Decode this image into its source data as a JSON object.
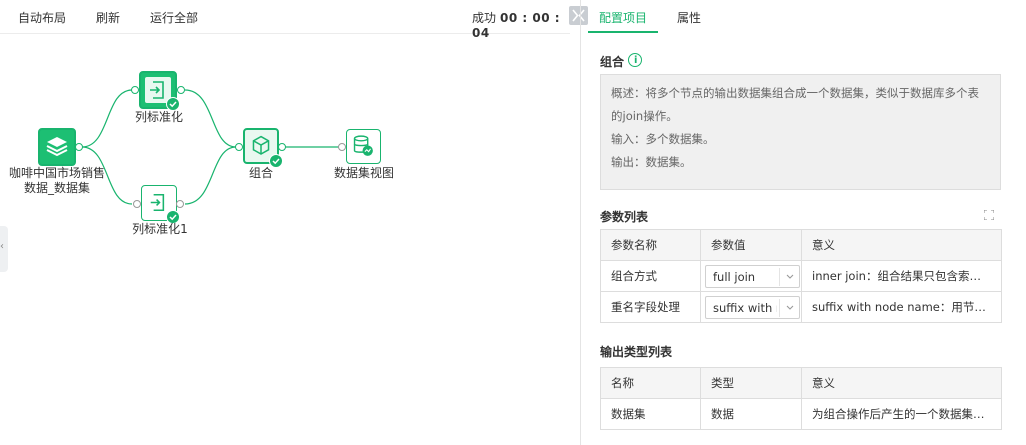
{
  "toolbar": {
    "auto_layout": "自动布局",
    "refresh": "刷新",
    "run_all": "运行全部",
    "status_label": "成功",
    "status_time": "00 : 00 : 04"
  },
  "canvas": {
    "nodes": {
      "source": {
        "label_line1": "咖啡中国市场销售",
        "label_line2": "数据_数据集",
        "icon": "layers-icon"
      },
      "std1": {
        "label": "列标准化",
        "icon": "standardize-icon"
      },
      "std2": {
        "label": "列标准化1",
        "icon": "standardize-icon"
      },
      "combine": {
        "label": "组合",
        "icon": "cubes-icon"
      },
      "view": {
        "label": "数据集视图",
        "icon": "database-chart-icon"
      }
    }
  },
  "panel": {
    "tabs": [
      {
        "label": "配置项目",
        "active": true
      },
      {
        "label": "属性",
        "active": false
      }
    ],
    "title": "组合",
    "description": {
      "summary": "概述：将多个节点的输出数据集组合成一个数据集，类似于数据库多个表的join操作。",
      "input": "输入：多个数据集。",
      "output": "输出：数据集。"
    },
    "params": {
      "title": "参数列表",
      "headers": [
        "参数名称",
        "参数值",
        "意义"
      ],
      "rows": [
        {
          "name": "组合方式",
          "value": "full join",
          "meaning": "inner join：组合结果只包含索引都存在的记录"
        },
        {
          "name": "重名字段处理",
          "value": "suffix with node name",
          "meaning": "suffix with node name：用节点名作为后缀"
        }
      ]
    },
    "outputs": {
      "title": "输出类型列表",
      "headers": [
        "名称",
        "类型",
        "意义"
      ],
      "rows": [
        {
          "name": "数据集",
          "type": "数据",
          "meaning": "为组合操作后产生的一个数据集，包含所有记录"
        }
      ]
    }
  },
  "colors": {
    "accent": "#19b46e",
    "accent_fill": "#1dbf73"
  }
}
